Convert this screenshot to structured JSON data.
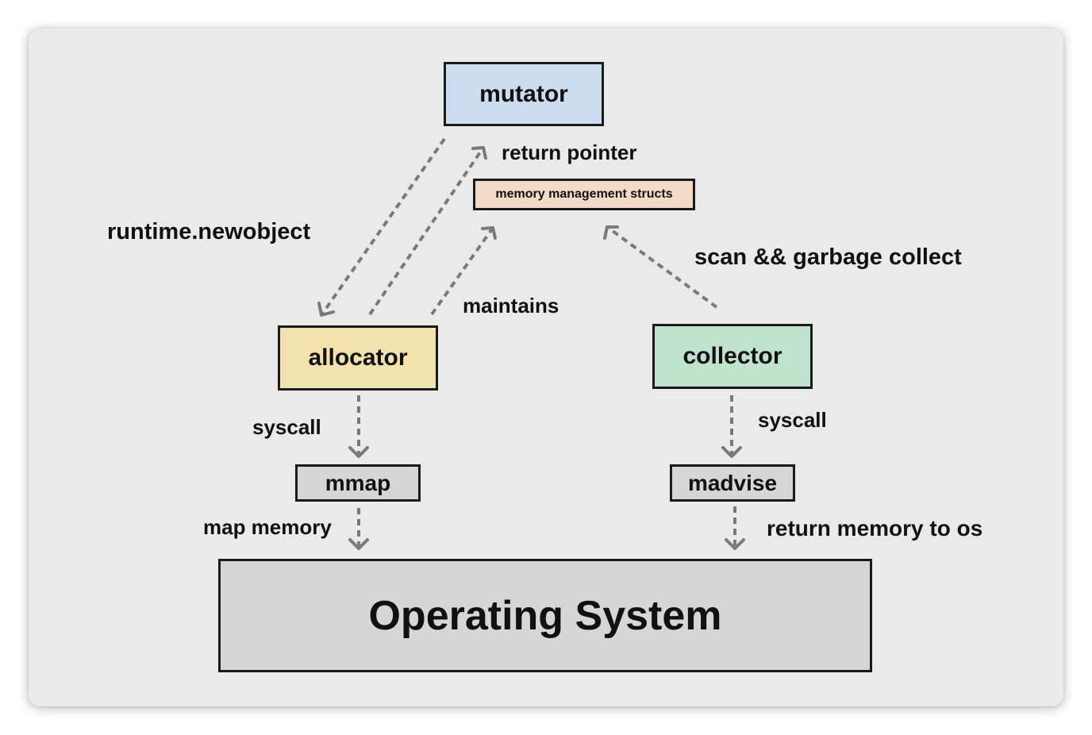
{
  "nodes": {
    "mutator": {
      "label": "mutator",
      "color": "#cddcee"
    },
    "structs": {
      "label": "memory management structs",
      "color": "#f3d9c7"
    },
    "allocator": {
      "label": "allocator",
      "color": "#f2e2ae"
    },
    "collector": {
      "label": "collector",
      "color": "#bfe3cc"
    },
    "mmap": {
      "label": "mmap",
      "color": "#d6d6d6"
    },
    "madvise": {
      "label": "madvise",
      "color": "#d6d6d6"
    },
    "os": {
      "label": "Operating System",
      "color": "#d6d6d6"
    }
  },
  "edges": {
    "newobject": "runtime.newobject",
    "return_pointer": "return pointer",
    "maintains": "maintains",
    "scan_gc": "scan && garbage collect",
    "syscall_alloc": "syscall",
    "syscall_collect": "syscall",
    "map_memory": "map memory",
    "return_memory": "return memory to os"
  },
  "colors": {
    "background": "#eaeaea",
    "arrow": "#7a7a7a",
    "border": "#1a1a1a"
  }
}
